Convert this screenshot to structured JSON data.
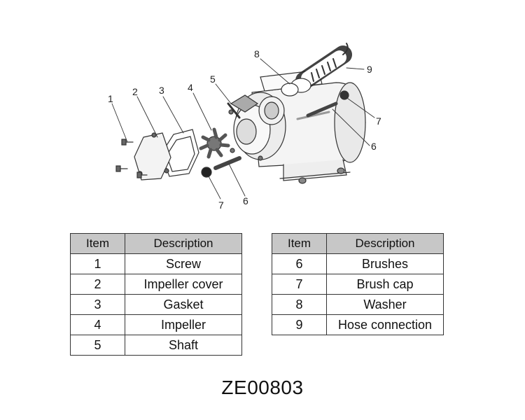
{
  "diagram": {
    "callouts": {
      "c1": "1",
      "c2": "2",
      "c3": "3",
      "c4": "4",
      "c5": "5",
      "c6a": "6",
      "c6b": "6",
      "c7a": "7",
      "c7b": "7",
      "c8": "8",
      "c9": "9"
    }
  },
  "tables": {
    "left": {
      "headers": [
        "Item",
        "Description"
      ],
      "rows": [
        {
          "item": "1",
          "description": "Screw"
        },
        {
          "item": "2",
          "description": "Impeller cover"
        },
        {
          "item": "3",
          "description": "Gasket"
        },
        {
          "item": "4",
          "description": "Impeller"
        },
        {
          "item": "5",
          "description": "Shaft"
        }
      ]
    },
    "right": {
      "headers": [
        "Item",
        "Description"
      ],
      "rows": [
        {
          "item": "6",
          "description": "Brushes"
        },
        {
          "item": "7",
          "description": "Brush cap"
        },
        {
          "item": "8",
          "description": "Washer"
        },
        {
          "item": "9",
          "description": "Hose connection"
        }
      ]
    }
  },
  "part_code": "ZE00803"
}
